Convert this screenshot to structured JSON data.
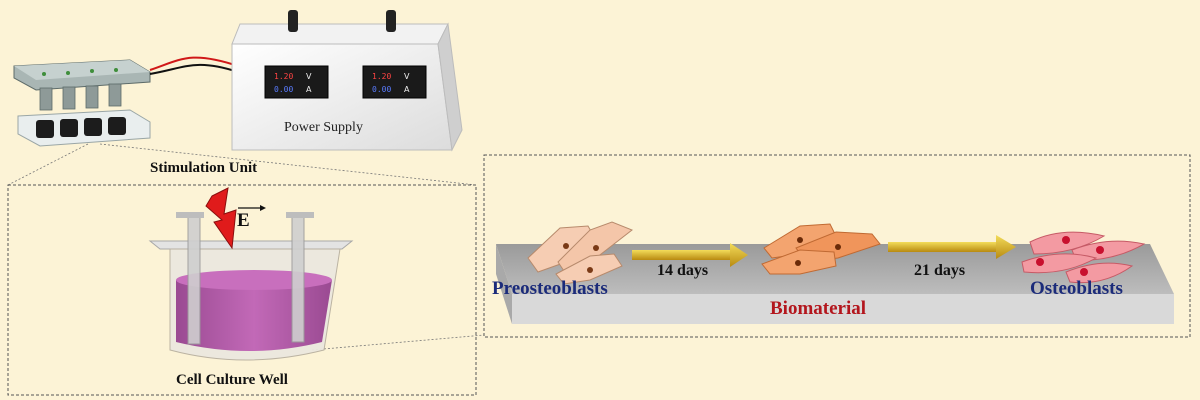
{
  "stimulation_unit": {
    "label": "Stimulation Unit"
  },
  "power_supply": {
    "label": "Power Supply",
    "meters": [
      {
        "top": "1.20",
        "bottom": "0.00",
        "unit_top": "V",
        "unit_bottom": "A"
      },
      {
        "top": "1.20",
        "bottom": "0.00",
        "unit_top": "V",
        "unit_bottom": "A"
      }
    ]
  },
  "well": {
    "label": "Cell Culture Well",
    "field_symbol": "E"
  },
  "process": {
    "stages": [
      "Preosteoblasts",
      "Osteoblasts"
    ],
    "steps": [
      "14 days",
      "21 days"
    ],
    "substrate_label": "Biomaterial"
  },
  "colors": {
    "background": "#fcf3d6",
    "cell_name": "#1b2b7a",
    "substrate_label": "#b3161d",
    "medium": "#b055a6",
    "lightning": "#e01b1b",
    "arrow": "#d7b21a"
  }
}
